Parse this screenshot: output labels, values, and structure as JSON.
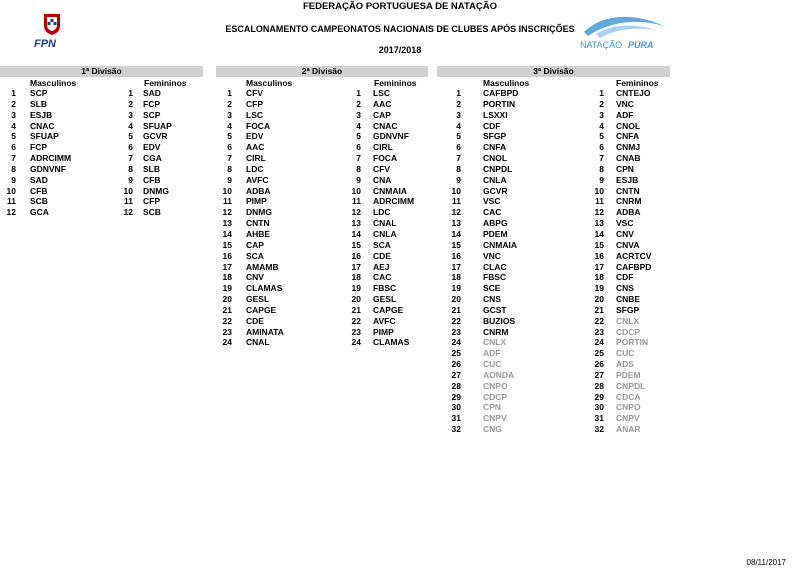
{
  "header": {
    "title": "FEDERAÇÃO PORTUGUESA DE NATAÇÃO",
    "subtitle": "ESCALONAMENTO CAMPEONATOS NACIONAIS DE CLUBES APÓS INSCRIÇÕES",
    "season": "2017/2018"
  },
  "logos": {
    "fpn_text": "FPN",
    "np_text_1": "NATAÇÃO",
    "np_text_2": "PURA"
  },
  "labels": {
    "masc": "Masculinos",
    "fem": "Femininos"
  },
  "divisions": [
    {
      "title": "1ª Divisão",
      "masculinos": [
        "SCP",
        "SLB",
        "ESJB",
        "CNAC",
        "SFUAP",
        "FCP",
        "ADRCIMM",
        "GDNVNF",
        "SAD",
        "CFB",
        "SCB",
        "GCA"
      ],
      "femininos": [
        "SAD",
        "FCP",
        "SCP",
        "SFUAP",
        "GCVR",
        "EDV",
        "CGA",
        "SLB",
        "CFB",
        "DNMG",
        "CFP",
        "SCB"
      ],
      "masc_grey_from": 99,
      "fem_grey_from": 99
    },
    {
      "title": "2ª Divisão",
      "masculinos": [
        "CFV",
        "CFP",
        "LSC",
        "FOCA",
        "EDV",
        "AAC",
        "CIRL",
        "LDC",
        "AVFC",
        "ADBA",
        "PIMP",
        "DNMG",
        "CNTN",
        "AHBE",
        "CAP",
        "SCA",
        "AMAMB",
        "CNV",
        "CLAMAS",
        "GESL",
        "CAPGE",
        "CDE",
        "AMINATA",
        "CNAL"
      ],
      "femininos": [
        "LSC",
        "AAC",
        "CAP",
        "CNAC",
        "GDNVNF",
        "CIRL",
        "FOCA",
        "CFV",
        "CNA",
        "CNMAIA",
        "ADRCIMM",
        "LDC",
        "CNAL",
        "CNLA",
        "SCA",
        "CDE",
        "AEJ",
        "CAC",
        "FBSC",
        "GESL",
        "CAPGE",
        "AVFC",
        "PIMP",
        "CLAMAS"
      ],
      "masc_grey_from": 99,
      "fem_grey_from": 99
    },
    {
      "title": "3ª Divisão",
      "masculinos": [
        "CAFBPD",
        "PORTIN",
        "LSXXI",
        "CDF",
        "SFGP",
        "CNFA",
        "CNOL",
        "CNPDL",
        "CNLA",
        "GCVR",
        "VSC",
        "CAC",
        "ABPG",
        "PDEM",
        "CNMAIA",
        "VNC",
        "CLAC",
        "FBSC",
        "SCE",
        "CNS",
        "GCST",
        "BUZIOS",
        "CNRM",
        "CNLX",
        "ADF",
        "CUC",
        "AONDA",
        "CNPO",
        "CDCP",
        "CPN",
        "CNPV",
        "CNG"
      ],
      "femininos": [
        "CNTEJO",
        "VNC",
        "ADF",
        "CNOL",
        "CNFA",
        "CNMJ",
        "CNAB",
        "CPN",
        "ESJB",
        "CNTN",
        "CNRM",
        "ADBA",
        "VSC",
        "CNV",
        "CNVA",
        "ACRTCV",
        "CAFBPD",
        "CDF",
        "CNS",
        "CNBE",
        "SFGP",
        "CNLX",
        "CDCP",
        "PORTIN",
        "CUC",
        "ADS",
        "PDEM",
        "CNPDL",
        "CDCA",
        "CNPO",
        "CNPV",
        "ANAR"
      ],
      "masc_grey_from": 24,
      "fem_grey_from": 22
    }
  ],
  "footer": {
    "date": "08/11/2017"
  }
}
